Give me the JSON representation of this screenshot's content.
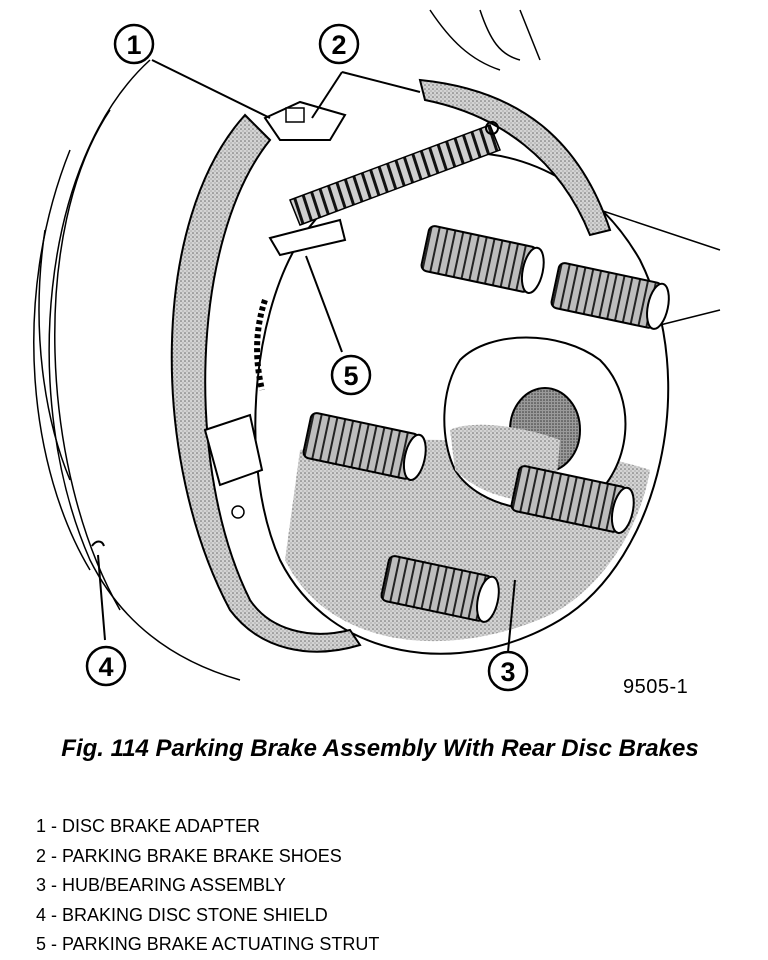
{
  "figure": {
    "id_label": "9505-1",
    "caption": "Fig. 114 Parking Brake Assembly With Rear Disc Brakes"
  },
  "callouts": [
    "1",
    "2",
    "3",
    "4",
    "5"
  ],
  "legend": [
    "1 - DISC BRAKE ADAPTER",
    "2 - PARKING BRAKE BRAKE SHOES",
    "3 - HUB/BEARING ASSEMBLY",
    "4 - BRAKING DISC STONE SHIELD",
    "5 - PARKING BRAKE ACTUATING STRUT"
  ]
}
